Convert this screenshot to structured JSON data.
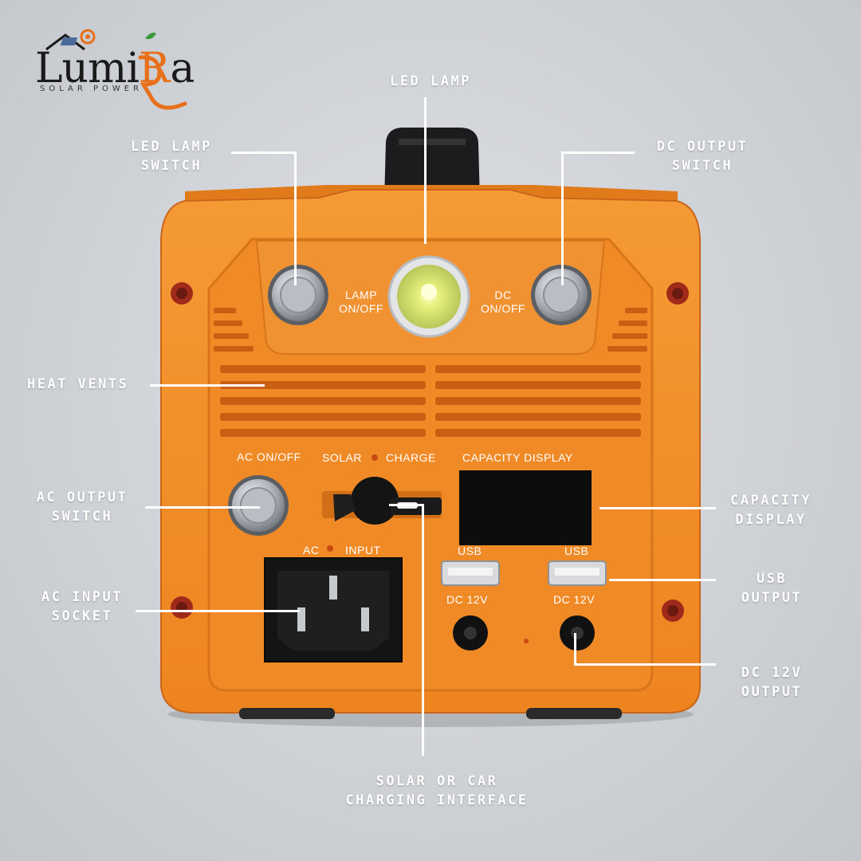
{
  "brand": {
    "name_part1": "Lumi",
    "name_part2": "a",
    "name_r": "R",
    "tagline": "SOLAR POWER",
    "orange": "#e8701a",
    "dark": "#1a1a1a"
  },
  "callouts": {
    "led_lamp": [
      "LED LAMP"
    ],
    "led_lamp_switch": [
      "LED LAMP",
      "SWITCH"
    ],
    "dc_output_switch": [
      "DC OUTPUT",
      "SWITCH"
    ],
    "heat_vents": [
      "HEAT VENTS"
    ],
    "ac_output_switch": [
      "AC OUTPUT",
      "SWITCH"
    ],
    "capacity_display": [
      "CAPACITY",
      "DISPLAY"
    ],
    "ac_input_socket": [
      "AC INPUT",
      "SOCKET"
    ],
    "usb_output": [
      "USB",
      "OUTPUT"
    ],
    "dc_12v_output": [
      "DC 12V",
      "OUTPUT"
    ],
    "solar_car_charging": [
      "SOLAR OR CAR",
      "CHARGING INTERFACE"
    ]
  },
  "panel_labels": {
    "lamp_onoff": [
      "LAMP",
      "ON/OFF"
    ],
    "dc_onoff": [
      "DC",
      "ON/OFF"
    ],
    "ac_onoff": "AC  ON/OFF",
    "solar": "SOLAR",
    "charge": "CHARGE",
    "capacity_display": "CAPACITY  DISPLAY",
    "ac": "AC",
    "input": "INPUT",
    "usb_left": "USB",
    "usb_right": "USB",
    "dc12v_left": "DC 12V",
    "dc12v_right": "DC 12V"
  },
  "colors": {
    "body_orange": "#f28a24",
    "body_orange_dark": "#d9731a",
    "panel_black": "#111111",
    "metal": "#c9cdd2"
  }
}
